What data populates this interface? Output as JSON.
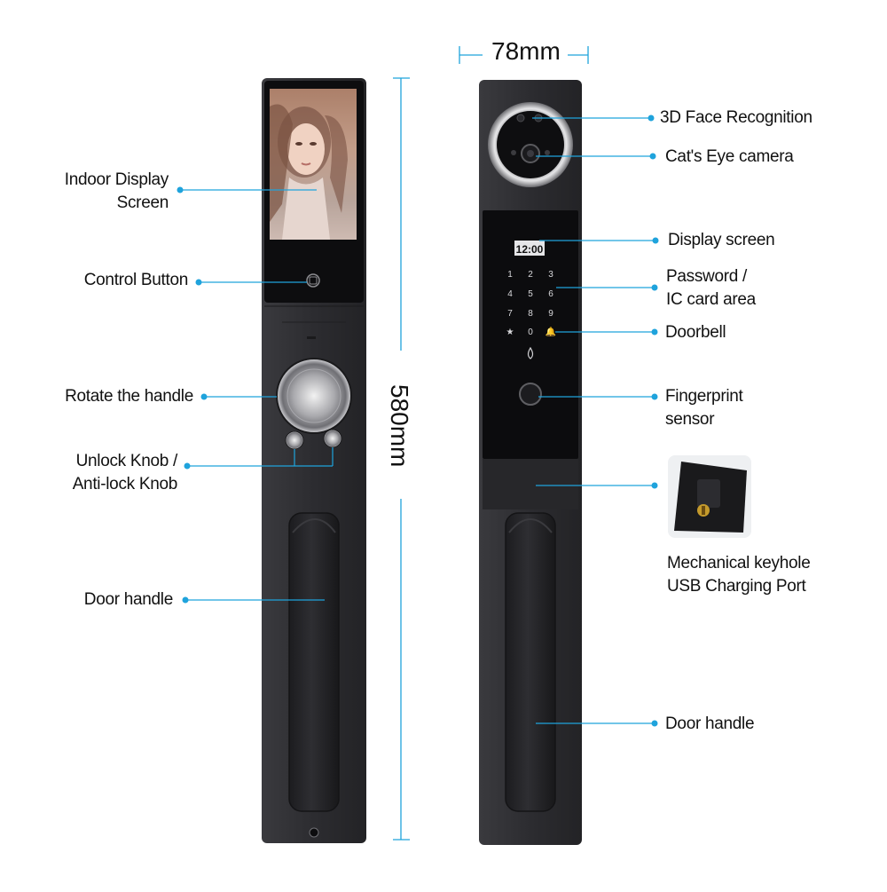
{
  "dimensions": {
    "width": "78mm",
    "height": "580mm"
  },
  "lock_display": {
    "time": "12:00"
  },
  "keypad": {
    "keys": [
      "1",
      "2",
      "3",
      "4",
      "5",
      "6",
      "7",
      "8",
      "9",
      "★",
      "0",
      "🔔"
    ]
  },
  "indoor_labels": {
    "display_line1": "Indoor Display",
    "display_line2": "Screen",
    "control_button": "Control Button",
    "rotate_handle": "Rotate the handle",
    "unlock_line1": "Unlock Knob /",
    "unlock_line2": "Anti-lock Knob",
    "door_handle": "Door handle"
  },
  "outdoor_labels": {
    "face_recognition": "3D Face Recognition",
    "cats_eye": "Cat's Eye camera",
    "display_screen": "Display screen",
    "password_line1": "Password /",
    "password_line2": "IC card area",
    "doorbell": "Doorbell",
    "fingerprint_line1": "Fingerprint",
    "fingerprint_line2": "sensor",
    "keyhole_line1": "Mechanical keyhole",
    "keyhole_line2": "USB Charging Port",
    "door_handle": "Door handle"
  },
  "colors": {
    "leader": "#1fa3dc",
    "body": "#2b2b2e",
    "panel": "#0c0c0e",
    "text": "#111111"
  }
}
